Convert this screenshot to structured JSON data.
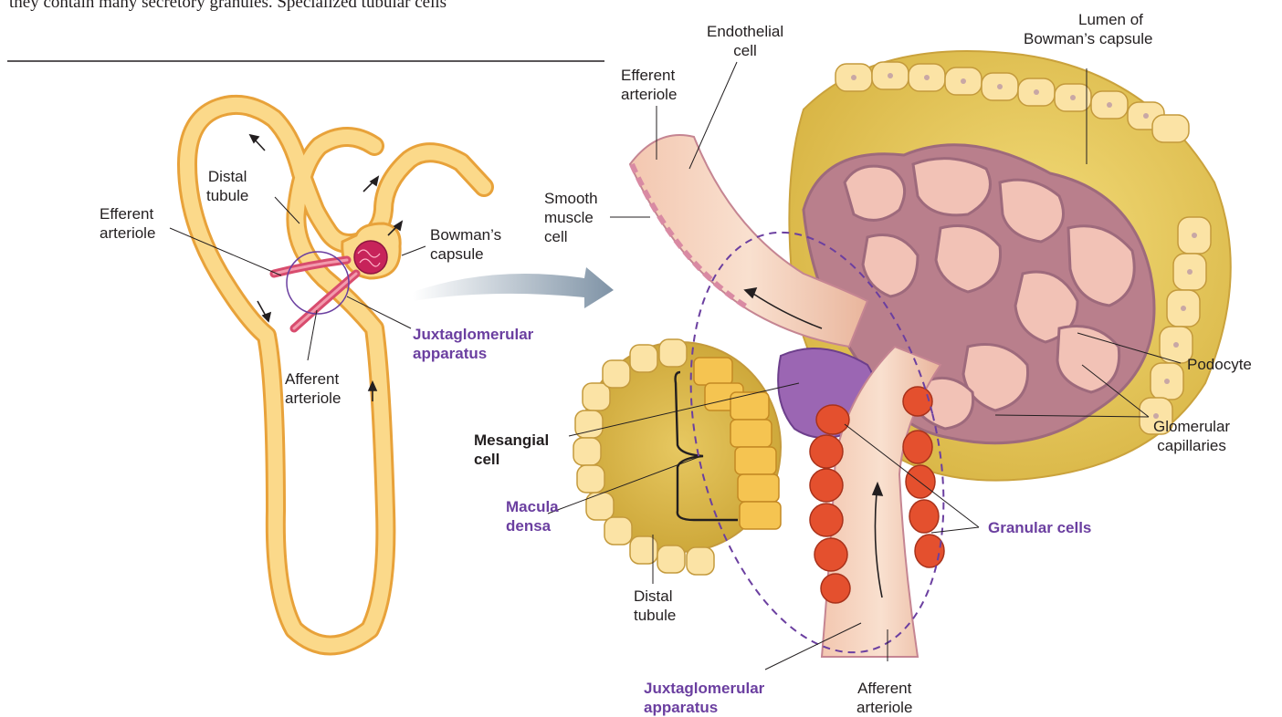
{
  "text_snippet": "they contain many secretory granules. Specialized tubular cells",
  "colors": {
    "tubule_fill": "#fbd98a",
    "tubule_stroke": "#e8a23a",
    "arteriole_red": "#d84c6e",
    "granular_red": "#e4502e",
    "capillary_pink": "#e7b3b5",
    "capillary_outline": "#9e6a7c",
    "bowman_gold": "#e3c252",
    "label_purple": "#6b3fa0",
    "arrow_grey": "#8fa0ae"
  },
  "left_panel": {
    "labels": {
      "distal_tubule": [
        "Distal",
        "tubule"
      ],
      "efferent_arteriole": [
        "Efferent",
        "arteriole"
      ],
      "bowmans_capsule": [
        "Bowman’s",
        "capsule"
      ],
      "afferent_arteriole": [
        "Afferent",
        "arteriole"
      ],
      "juxtaglomerular_apparatus": [
        "Juxtaglomerular",
        "apparatus"
      ]
    }
  },
  "right_panel": {
    "labels": {
      "endothelial_cell": [
        "Endothelial",
        "cell"
      ],
      "efferent_arteriole": [
        "Efferent",
        "arteriole"
      ],
      "lumen_of_bowmans_capsule": [
        "Lumen of",
        "Bowman’s capsule"
      ],
      "smooth_muscle_cell": [
        "Smooth",
        "muscle",
        "cell"
      ],
      "podocyte": [
        "Podocyte"
      ],
      "glomerular_capillaries": [
        "Glomerular",
        "capillaries"
      ],
      "mesangial_cell": [
        "Mesangial",
        "cell"
      ],
      "macula_densa": [
        "Macula",
        "densa"
      ],
      "granular_cells": [
        "Granular cells"
      ],
      "distal_tubule": [
        "Distal",
        "tubule"
      ],
      "juxtaglomerular_apparatus": [
        "Juxtaglomerular",
        "apparatus"
      ],
      "afferent_arteriole": [
        "Afferent",
        "arteriole"
      ]
    }
  }
}
